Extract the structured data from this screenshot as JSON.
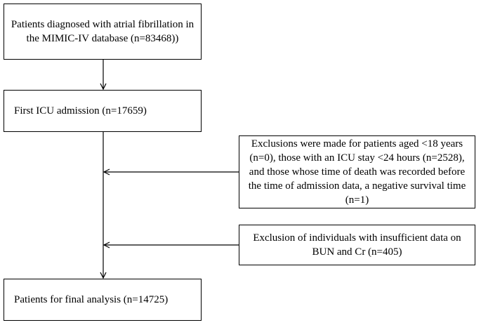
{
  "flowchart": {
    "diagnosed": "Patients diagnosed with atrial fibrillation in the MIMIC-IV database (n=83468))",
    "first_icu": "First ICU admission (n=17659)",
    "exclusion_1": "Exclusions were made for patients aged <18 years (n=0), those with an ICU stay <24 hours (n=2528), and those whose time of death was recorded before the time of admission data, a negative survival time (n=1)",
    "exclusion_2": "Exclusion of individuals with insufficient data on BUN and Cr (n=405)",
    "final": "Patients for final analysis (n=14725)"
  }
}
